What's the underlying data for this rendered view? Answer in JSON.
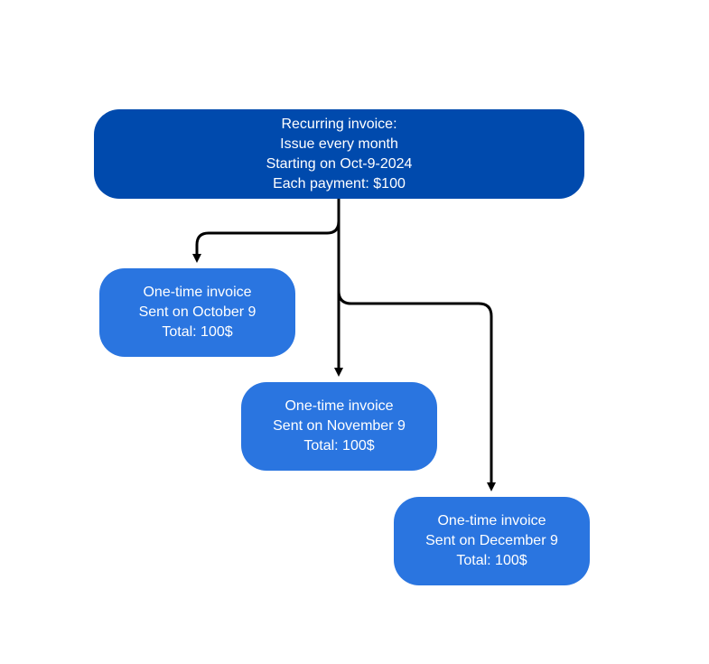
{
  "colors": {
    "root_fill": "#004aad",
    "child_fill": "#2a75e0",
    "text": "#ffffff",
    "connector": "#000000"
  },
  "root": {
    "lines": [
      "Recurring invoice:",
      "Issue every month",
      "Starting on Oct-9-2024",
      "Each payment: $100"
    ]
  },
  "children": [
    {
      "lines": [
        "One-time invoice",
        "Sent on October 9",
        "Total: 100$"
      ]
    },
    {
      "lines": [
        "One-time invoice",
        "Sent on November 9",
        "Total: 100$"
      ]
    },
    {
      "lines": [
        "One-time invoice",
        "Sent on December 9",
        "Total: 100$"
      ]
    }
  ]
}
